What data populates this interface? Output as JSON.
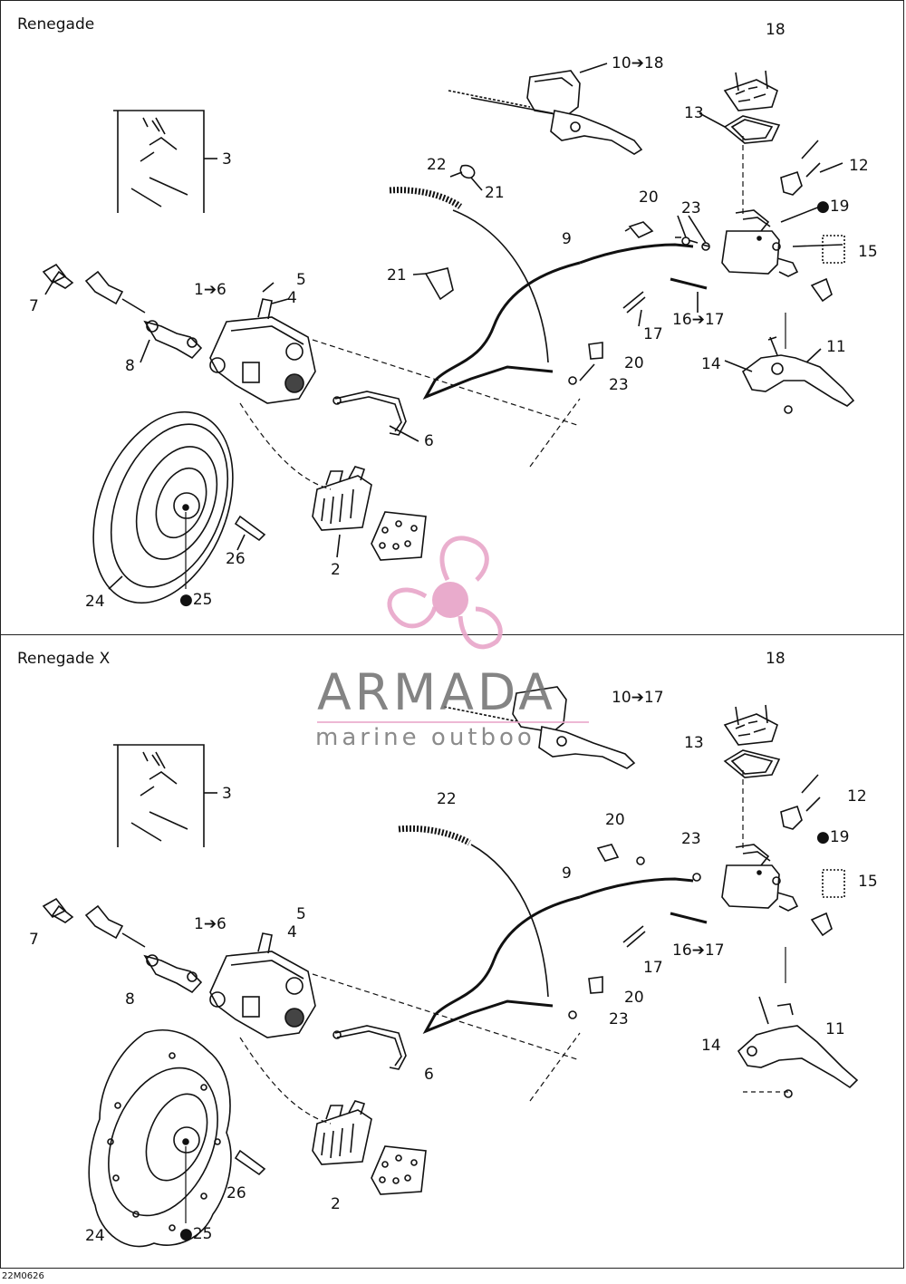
{
  "panels": {
    "top": {
      "title": "Renegade",
      "labels": [
        "10➔18",
        "18",
        "13",
        "12",
        "22",
        "21",
        "20",
        "23",
        "19",
        "15",
        "9",
        "3",
        "5",
        "1➔6",
        "4",
        "7",
        "21",
        "16➔17",
        "17",
        "8",
        "20",
        "14",
        "11",
        "23",
        "6",
        "26",
        "2",
        "24",
        "25"
      ]
    },
    "bottom": {
      "title": "Renegade X",
      "labels": [
        "18",
        "10➔17",
        "13",
        "3",
        "22",
        "12",
        "20",
        "23",
        "19",
        "9",
        "15",
        "5",
        "1➔6",
        "4",
        "7",
        "17",
        "16➔17",
        "8",
        "20",
        "23",
        "11",
        "14",
        "6",
        "26",
        "2",
        "24",
        "25"
      ]
    }
  },
  "drop_icon": "oil-drop-icon",
  "watermark": {
    "title": "ARMADA",
    "subtitle": "marine outboo",
    "logo": "propeller-logo-icon",
    "color": "#e8a6c9"
  },
  "doc_code": "22M0626"
}
